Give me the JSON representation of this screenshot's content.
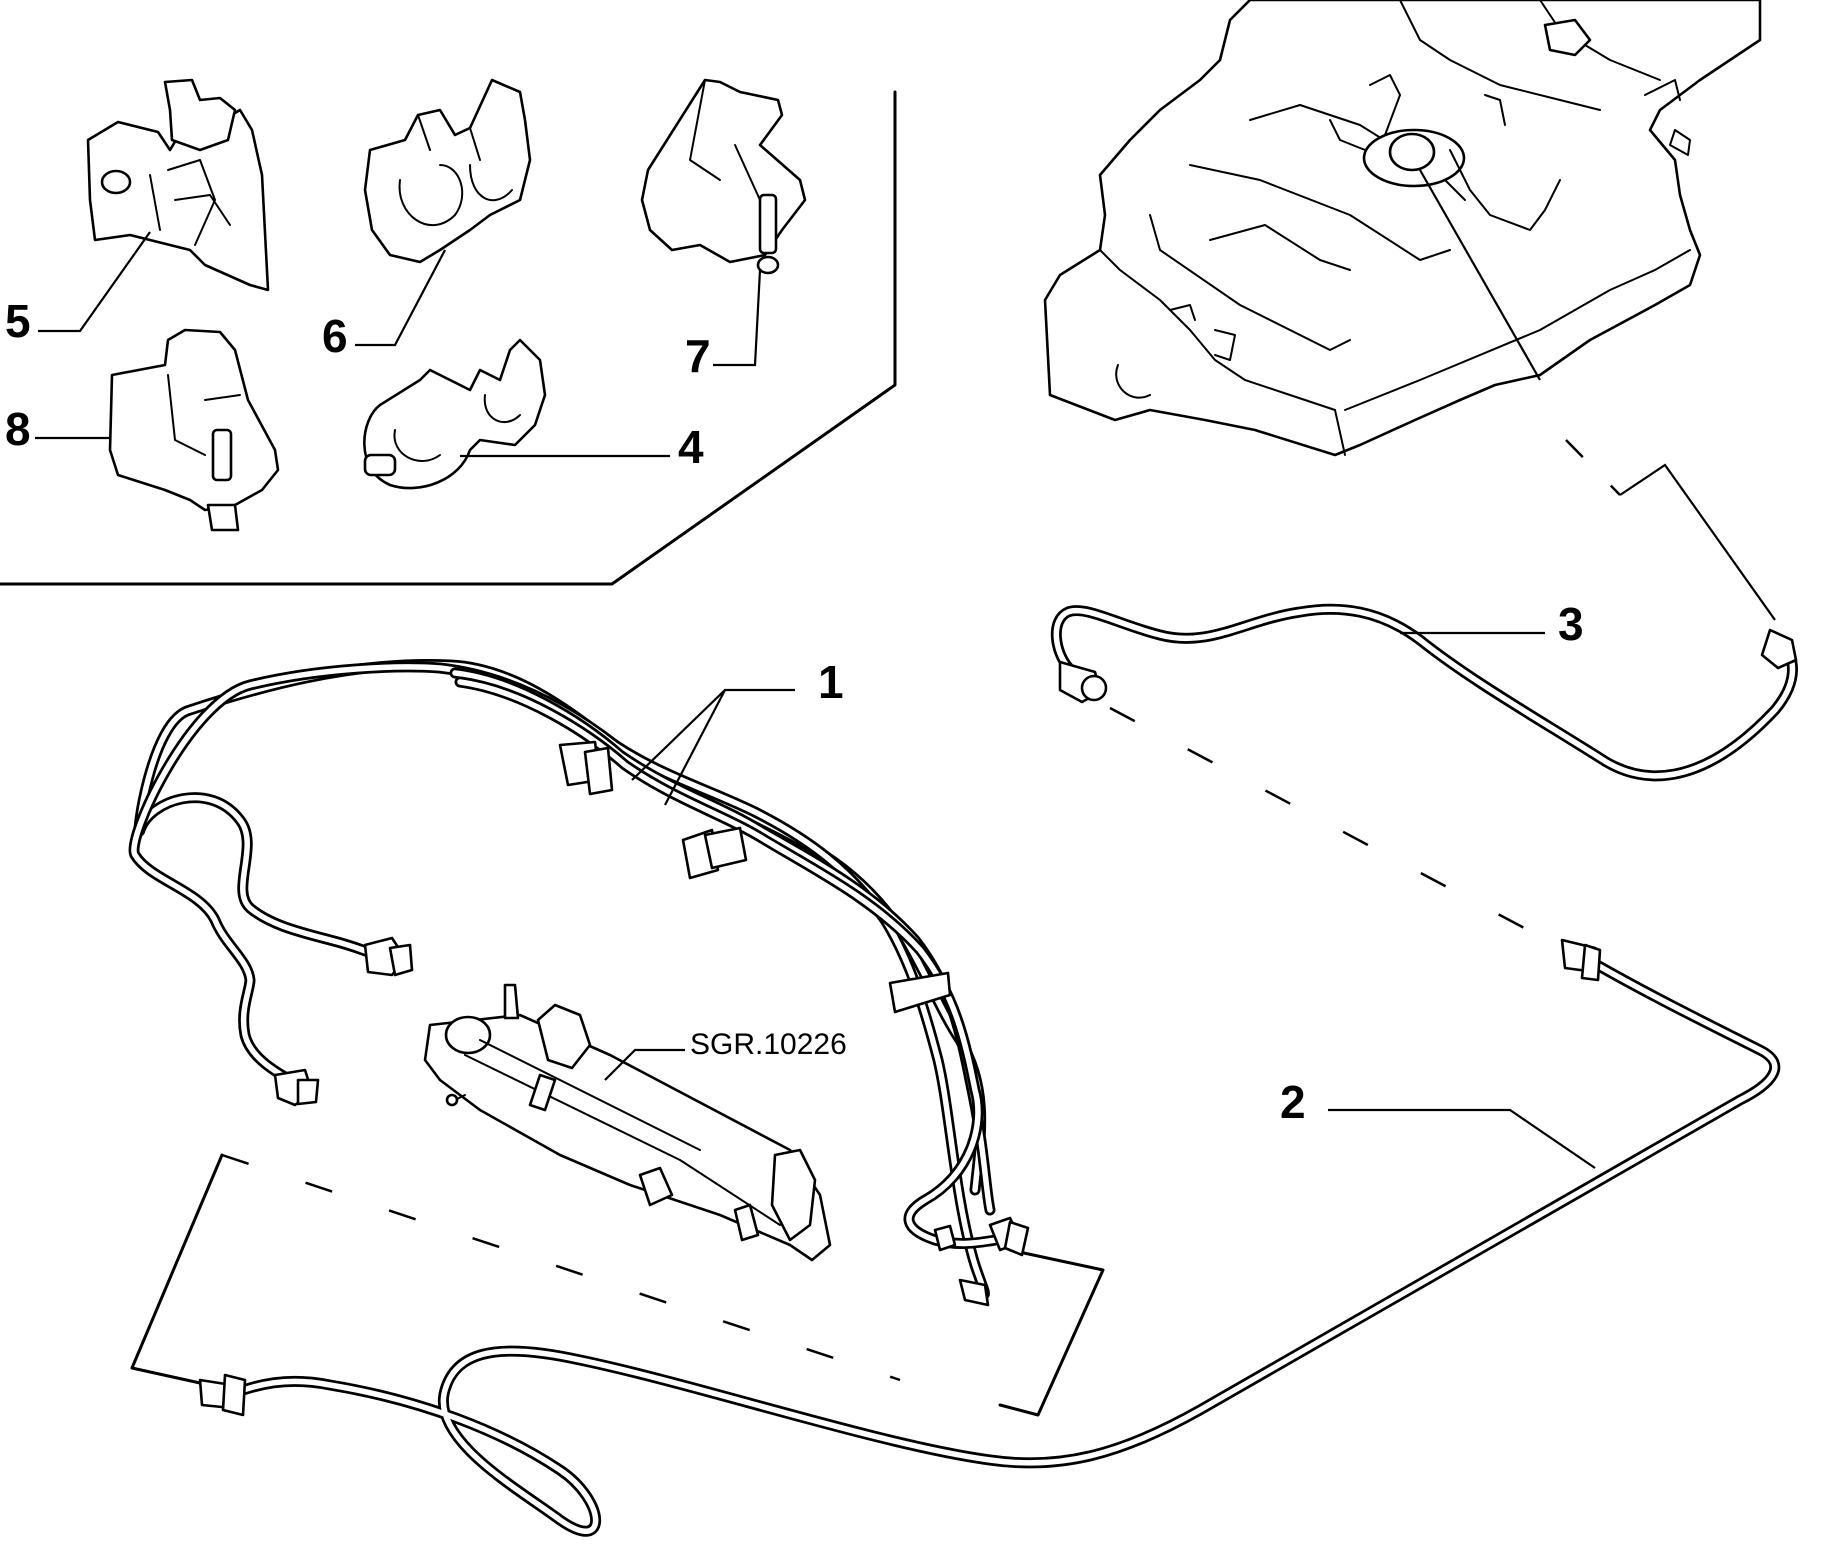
{
  "callouts": {
    "c1": "1",
    "c2": "2",
    "c3": "3",
    "c4": "4",
    "c5": "5",
    "c6": "6",
    "c7": "7",
    "c8": "8"
  },
  "reference_label": "SGR.10226"
}
